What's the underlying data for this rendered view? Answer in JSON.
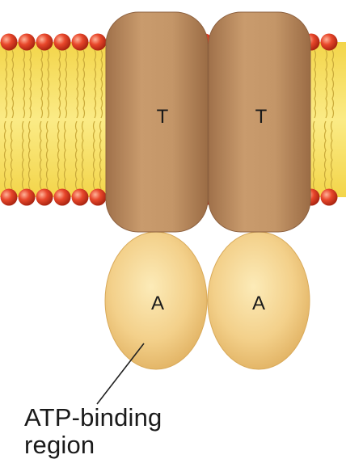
{
  "diagram": {
    "transmembrane_domains": [
      {
        "label": "T"
      },
      {
        "label": "T"
      }
    ],
    "atpase_domains": [
      {
        "label": "A"
      },
      {
        "label": "A"
      }
    ],
    "callout": {
      "line1": "ATP-binding",
      "line2": "region"
    },
    "colors": {
      "membrane": "#f6e064",
      "lipid_head": "#e0452a",
      "transmembrane": "#b98a5e",
      "atpase": "#f2cf86"
    }
  }
}
